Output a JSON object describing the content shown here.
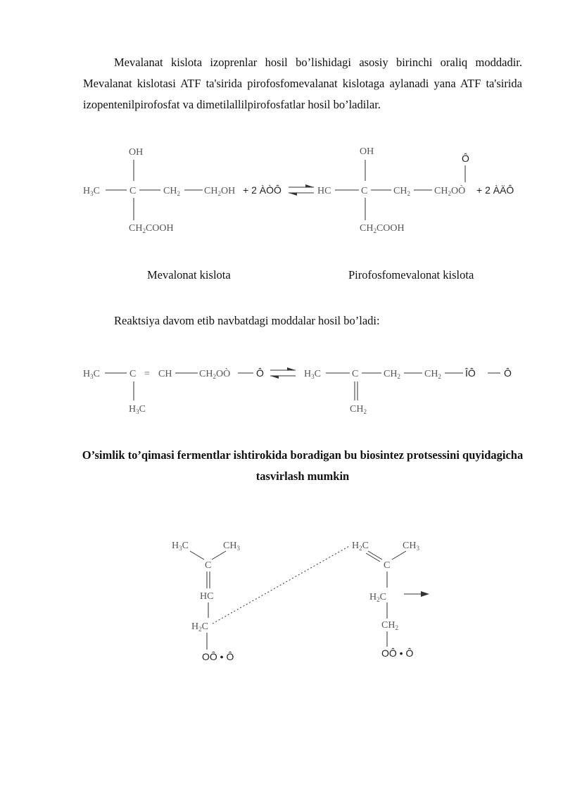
{
  "paragraph_1": "Mevalanat kislota izoprenlar hosil bo’lishidagi asosiy birinchi oraliq moddadir. Mevalanat kislotasi ATF ta'sirida pirofosfomevalanat kislotaga aylanadi yana ATF ta'sirida izopentenilpirofosfat va dimetilallilpirofosfatlar hosil bo’ladilar.",
  "reaction_1": {
    "left": {
      "oh": "OH",
      "h3c": "H",
      "h3c_sub": "3",
      "h3c_tail": "C",
      "c": "C",
      "ch2": "CH",
      "ch2_sub": "2",
      "ch2oh": "CH",
      "ch2oh_sub": "2",
      "ch2oh_tail": "OH",
      "reagent": "+ 2 ÀÒÔ",
      "ch2cooh": "CH",
      "ch2cooh_sub": "2",
      "ch2cooh_tail": "COOH"
    },
    "right": {
      "oh": "OH",
      "hc": "HC",
      "c": "C",
      "ch2": "CH",
      "ch2_sub": "2",
      "ch2o": "CH",
      "ch2o_sub": "2",
      "ch2o_tail": "OÒ",
      "phos": "Ô",
      "product": "+ 2 ÀÄÔ",
      "ch2cooh": "CH",
      "ch2cooh_sub": "2",
      "ch2cooh_tail": "COOH"
    }
  },
  "caption_left": "Mevalonat kislota",
  "caption_right": "Pirofosfomevalonat kislota",
  "paragraph_2": "Reaktsiya davom etib navbatdagi moddalar hosil bo’ladi:",
  "reaction_2": {
    "left": {
      "h3c": "H",
      "h3c_sub": "3",
      "h3c_tail": "C",
      "c": "C",
      "eq": "=",
      "ch": "CH",
      "ch2o": "CH",
      "ch2o_sub": "2",
      "ch2o_tail": "OÒ",
      "phos": "Ô",
      "h3c_b": "H",
      "h3c_b_sub": "3",
      "h3c_b_tail": "C"
    },
    "right": {
      "h3c": "H",
      "h3c_sub": "3",
      "h3c_tail": "C",
      "c": "C",
      "ch2_a": "CH",
      "ch2_a_sub": "2",
      "ch2_b": "CH",
      "ch2_b_sub": "2",
      "ip": "ÎÔ",
      "phos": "Ô",
      "ch2_bottom": "CH",
      "ch2_bottom_sub": "2"
    }
  },
  "heading": "O’simlik to’qimasi fermentlar ishtirokida boradigan bu biosintez protsessini quyidagicha tasvirlash mumkin",
  "scheme": {
    "left": {
      "h3c": "H",
      "h3c_sub": "3",
      "h3c_tail": "C",
      "ch3": "CH",
      "ch3_sub": "3",
      "c": "C",
      "hc": "HC",
      "h2c": "H",
      "h2c_sub": "2",
      "h2c_tail": "C",
      "bottom": "OÔ • Ô"
    },
    "right": {
      "h2c": "H",
      "h2c_sub": "2",
      "h2c_tail": "C",
      "ch3": "CH",
      "ch3_sub": "3",
      "c": "C",
      "h2c_mid": "H",
      "h2c_mid_sub": "2",
      "h2c_mid_tail": "C",
      "ch2": "CH",
      "ch2_sub": "2",
      "bottom": "OÔ • Ô"
    }
  }
}
